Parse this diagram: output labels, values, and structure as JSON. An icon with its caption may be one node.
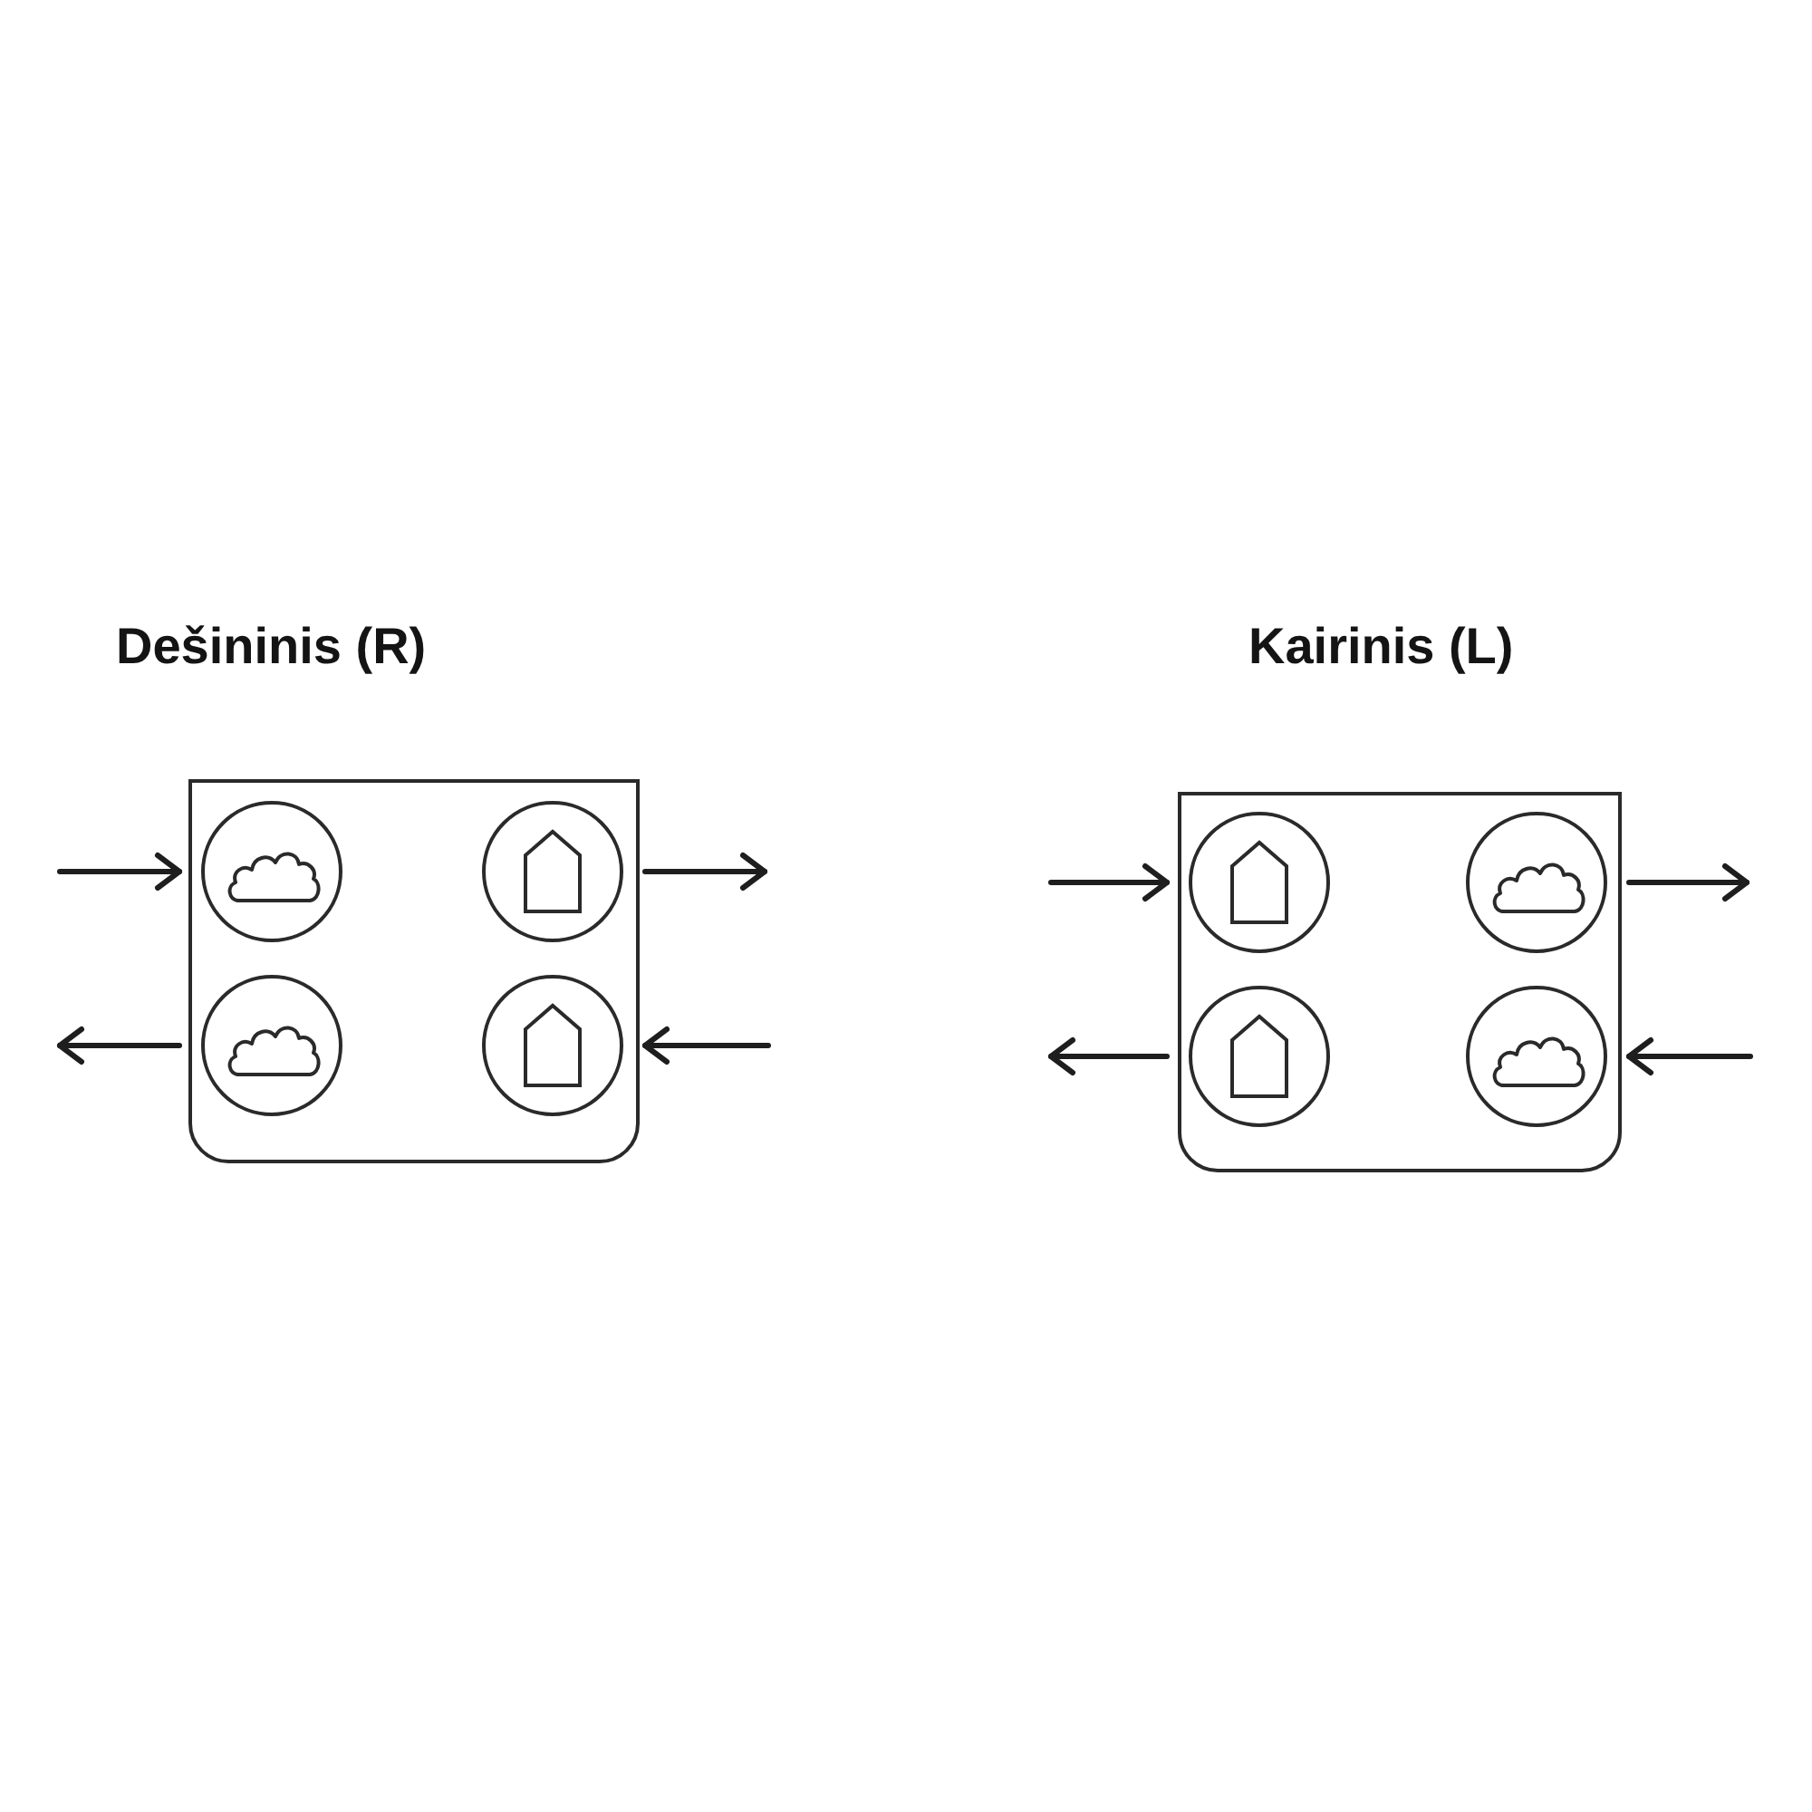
{
  "diagram": {
    "nodes": [
      {
        "text": [
          "Dešininis (R)"
        ]
      },
      {
        "text": [],
        "shape": "cloud",
        "in": 0
      },
      {
        "text": [],
        "shape": "house",
        "in": 0
      },
      {
        "text": [],
        "shape": "cloud",
        "in": 0
      },
      {
        "text": [],
        "shape": "house",
        "in": 0
      },
      {
        "text": [
          "Kairinis (L)"
        ]
      },
      {
        "text": [],
        "shape": "house",
        "in": 5
      },
      {
        "text": [],
        "shape": "cloud",
        "in": 5
      },
      {
        "text": [],
        "shape": "house",
        "in": 5
      },
      {
        "text": [],
        "shape": "cloud",
        "in": 5
      }
    ],
    "edges": [
      {
        "from": null,
        "to": 1,
        "arrow": "to"
      },
      {
        "from": 2,
        "to": null,
        "arrow": "to"
      },
      {
        "from": 3,
        "to": null,
        "arrow": "to"
      },
      {
        "from": null,
        "to": 4,
        "arrow": "to"
      },
      {
        "from": null,
        "to": 6,
        "arrow": "to"
      },
      {
        "from": 7,
        "to": null,
        "arrow": "to"
      },
      {
        "from": 8,
        "to": null,
        "arrow": "to"
      },
      {
        "from": null,
        "to": 9,
        "arrow": "to"
      }
    ]
  }
}
